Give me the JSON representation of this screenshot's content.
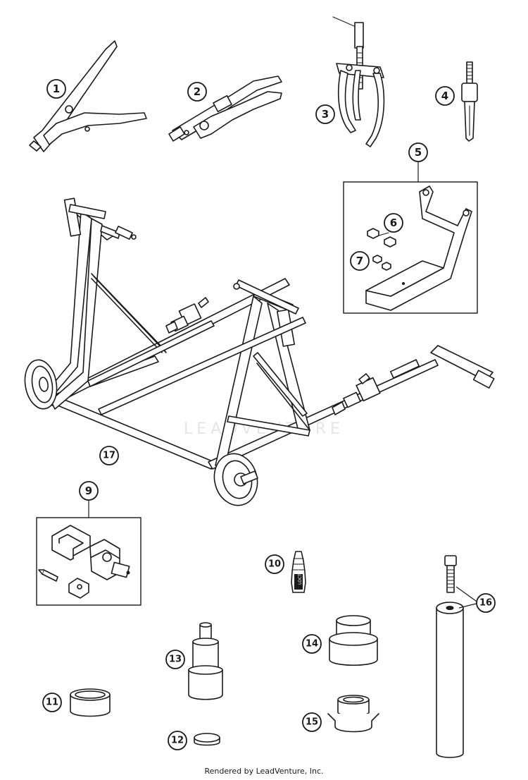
{
  "callouts": {
    "c1": "1",
    "c2": "2",
    "c3": "3",
    "c4": "4",
    "c5": "5",
    "c6": "6",
    "c7": "7",
    "c8": "9",
    "c9": "10",
    "c10": "11",
    "c11": "12",
    "c12": "13",
    "c13": "14",
    "c14": "15",
    "c15": "16",
    "c16": "17"
  },
  "watermark": "LEADVENTURE",
  "footer": "Rendered by LeadVenture, Inc."
}
